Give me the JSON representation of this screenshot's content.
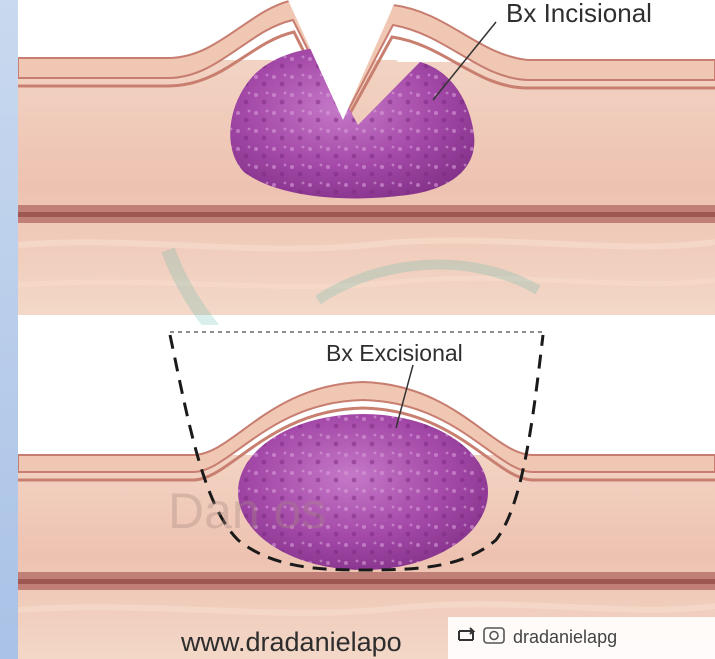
{
  "labels": {
    "incisional": "Bx Incisional",
    "excisional": "Bx Excisional",
    "website": "www.dradanielapo",
    "handle": "dradanielapg",
    "watermark": "Dan        os"
  },
  "icons": [
    "repost-icon",
    "camera-icon"
  ],
  "colors": {
    "skin_light": "#f3d6c4",
    "skin_mid": "#e9b6a3",
    "skin_band": "#b86a63",
    "tumor": "#9b3e9e",
    "tumor_light": "#c774c9",
    "frame_blue": "#a9c2e6"
  }
}
